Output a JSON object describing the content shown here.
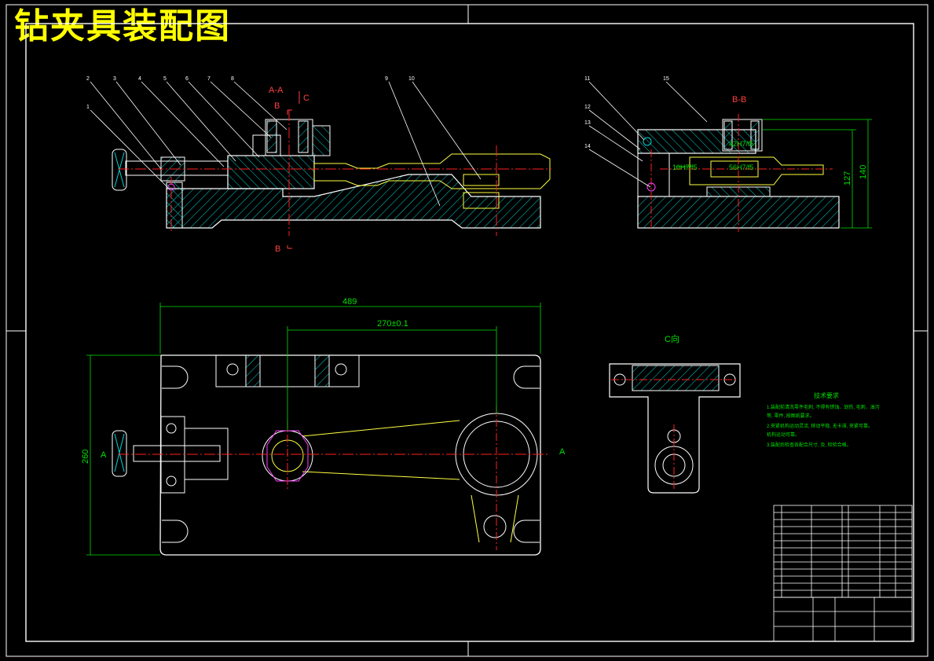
{
  "title": "钻夹具装配图",
  "view_labels": {
    "section_aa": "A-A",
    "section_bb": "B-B",
    "view_c": "C向",
    "cut_b_top": "B",
    "cut_b_bottom": "B",
    "cut_c": "C",
    "cut_a_left": "A",
    "cut_a_right": "A"
  },
  "part_numbers_aa": [
    "1",
    "2",
    "3",
    "4",
    "5",
    "6",
    "7",
    "8",
    "9",
    "10"
  ],
  "part_numbers_bb": [
    "11",
    "12",
    "13",
    "14",
    "15"
  ],
  "dimensions": {
    "overall_length": "489",
    "center_distance": "270±0.1",
    "overall_width": "260",
    "height_127": "127",
    "height_140": "140",
    "fit_1": "42H7/f5",
    "fit_2": "10H7/f5",
    "fit_3": "56H7/f5"
  },
  "tech_notes": {
    "heading": "技术要求",
    "lines": [
      "1.装配前清洗零件毛刺, 不得有锈蚀、划伤, 毛刺、油污",
      "等, 零件, 按图纸要求。",
      "2.夹紧机构运动灵活, 移动平稳, 无卡滞, 夹紧可靠。",
      "机构运动可靠。",
      "3.装配后检查各配合尺寸, 及, 检验合格。"
    ]
  },
  "colors": {
    "line": "#ffffff",
    "hatch": "#00d2d2",
    "center": "#ff2020",
    "hidden": "#ffff40",
    "dim": "#00e000",
    "title": "#ffff00",
    "magenta": "#ff40ff"
  }
}
